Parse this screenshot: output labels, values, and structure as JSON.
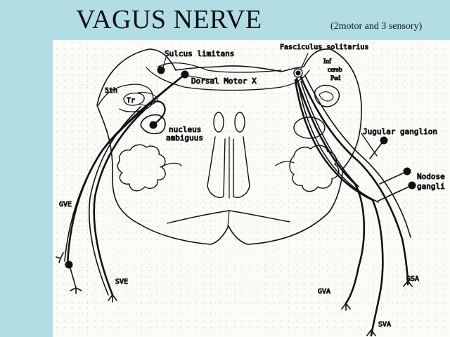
{
  "slide": {
    "title": "VAGUS NERVE",
    "subtitle": "(2motor and 3 sensory)"
  },
  "labels": {
    "sulcus_limitans": "Sulcus limitans",
    "fasciculus_solitarius": "Fasciculus solitarius",
    "inf": "Inf",
    "cereb": "cereb",
    "ped": "Ped",
    "dorsal_motor_x": "Dorsal Motor X",
    "fifth": "5th",
    "tr": "Tr",
    "nucleus": "nucleus",
    "ambiguus": "ambiguus",
    "jugular_ganglion": "Jugular ganglion",
    "nodose": "Nodose",
    "ganglion": "gangli",
    "gve": "GVE",
    "sve": "SVE",
    "gva": "GVA",
    "gsa": "GSA",
    "sva": "SVA"
  },
  "colors": {
    "background": "#b3dde4",
    "panel": "#fbfbf8",
    "ink": "#111111"
  }
}
